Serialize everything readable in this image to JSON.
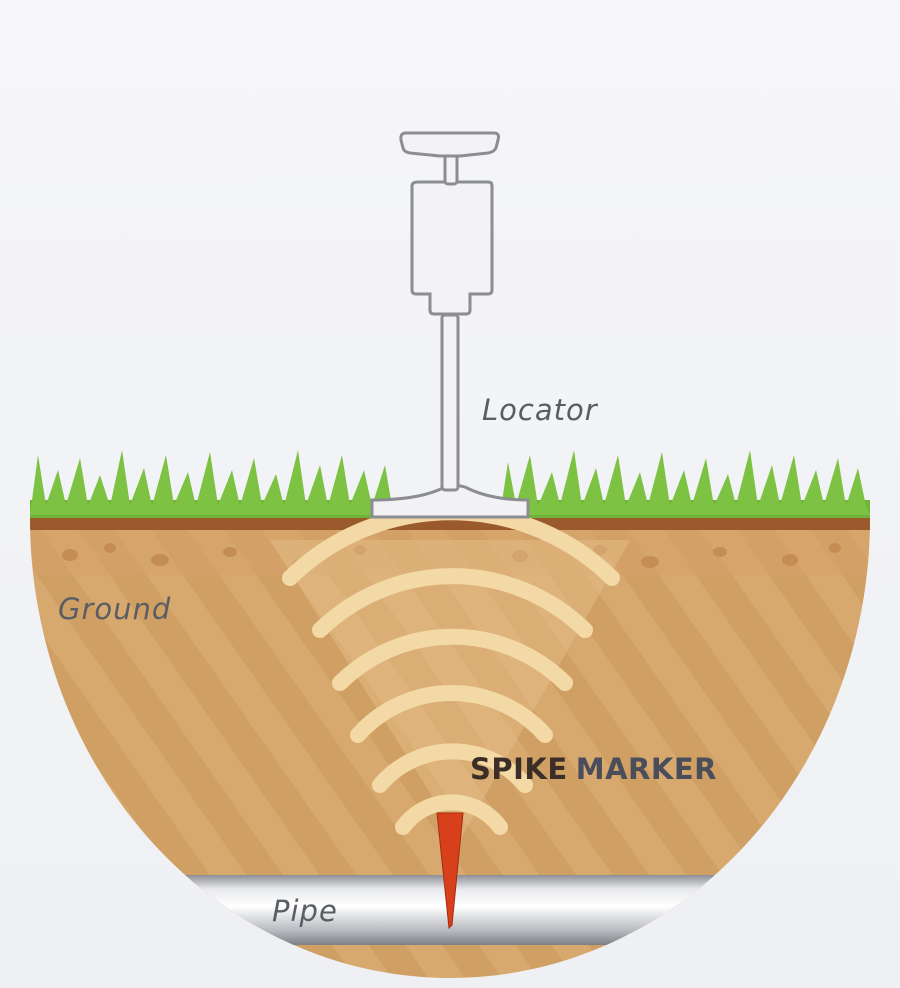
{
  "labels": {
    "locator": "Locator",
    "ground": "Ground",
    "pipe": "Pipe",
    "spike_word": "SPIKE",
    "marker_word": "MARKER"
  },
  "colors": {
    "grass": "#7dc242",
    "soil": "#d9a86c",
    "topsoil": "#9b5a2c",
    "spike": "#d8401c",
    "pipe": "#c9ccd2",
    "waves": "#f3d9a6"
  }
}
